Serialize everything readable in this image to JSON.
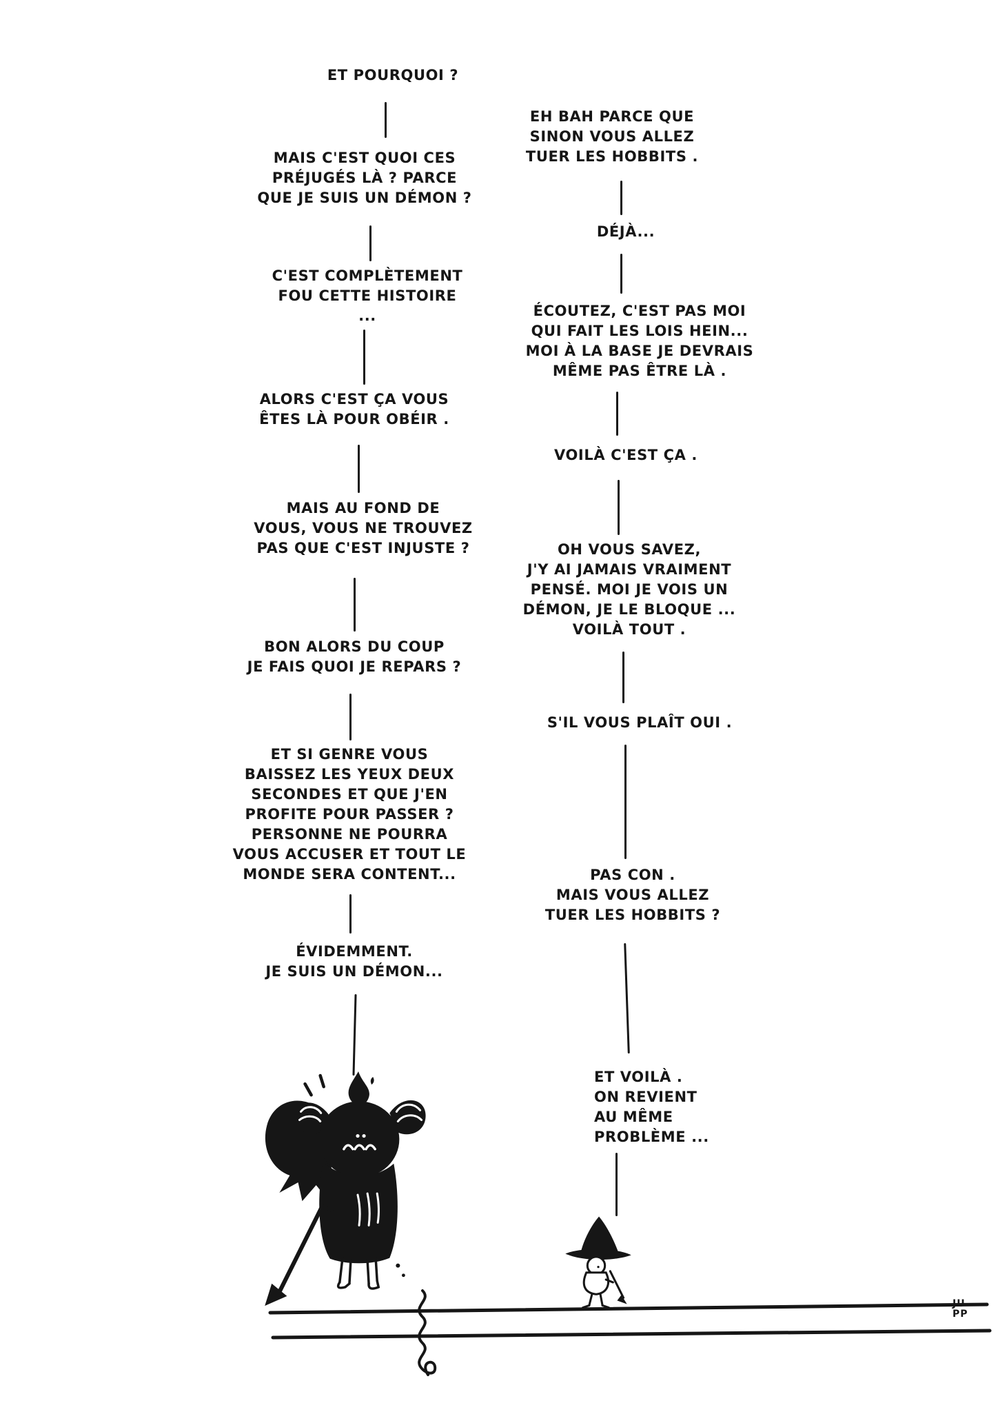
{
  "comic": {
    "left_dialogue": [
      {
        "text": "ET POURQUOI ?"
      },
      {
        "text": "MAIS C'EST QUOI CES\nPRÉJUGÉS LÀ ? PARCE\nQUE JE SUIS UN DÉMON ?"
      },
      {
        "text": "C'EST COMPLÈTEMENT\nFOU CETTE HISTOIRE\n..."
      },
      {
        "text": "ALORS C'EST ÇA VOUS\nÊTES LÀ POUR OBÉIR ."
      },
      {
        "text": "MAIS AU FOND DE\nVOUS, VOUS NE TROUVEZ\nPAS QUE C'EST INJUSTE ?"
      },
      {
        "text": "BON ALORS DU COUP\nJE FAIS QUOI JE REPARS ?"
      },
      {
        "text": "ET SI GENRE VOUS\nBAISSEZ LES YEUX DEUX\nSECONDES ET QUE J'EN\nPROFITE POUR PASSER ?\nPERSONNE NE POURRA\nVOUS ACCUSER ET TOUT LE\nMONDE SERA CONTENT..."
      },
      {
        "text": "ÉVIDEMMENT.\nJE SUIS UN DÉMON..."
      }
    ],
    "right_dialogue": [
      {
        "text": "EH BAH PARCE QUE\nSINON VOUS ALLEZ\nTUER LES HOBBITS ."
      },
      {
        "text": "DÉJÀ..."
      },
      {
        "text": "ÉCOUTEZ, C'EST PAS MOI\nQUI FAIT LES LOIS HEIN...\nMOI À LA BASE JE DEVRAIS\nMÊME PAS ÊTRE LÀ ."
      },
      {
        "text": "VOILÀ C'EST ÇA ."
      },
      {
        "text": "OH VOUS SAVEZ,\nJ'Y AI JAMAIS VRAIMENT\nPENSÉ. MOI JE VOIS UN\nDÉMON, JE LE BLOQUE ...\nVOILÀ TOUT ."
      },
      {
        "text": "S'IL VOUS PLAÎT OUI ."
      },
      {
        "text": "PAS CON .\nMAIS VOUS ALLEZ\nTUER LES HOBBITS ?"
      },
      {
        "text": "ET VOILÀ .\nON REVIENT\nAU MÊME\nPROBLÈME ..."
      }
    ],
    "signature": "JU\nPP",
    "characters": {
      "left": "demon-guard",
      "right": "small-wizard"
    },
    "ink_color": "#161616",
    "background_color": "#ffffff"
  }
}
